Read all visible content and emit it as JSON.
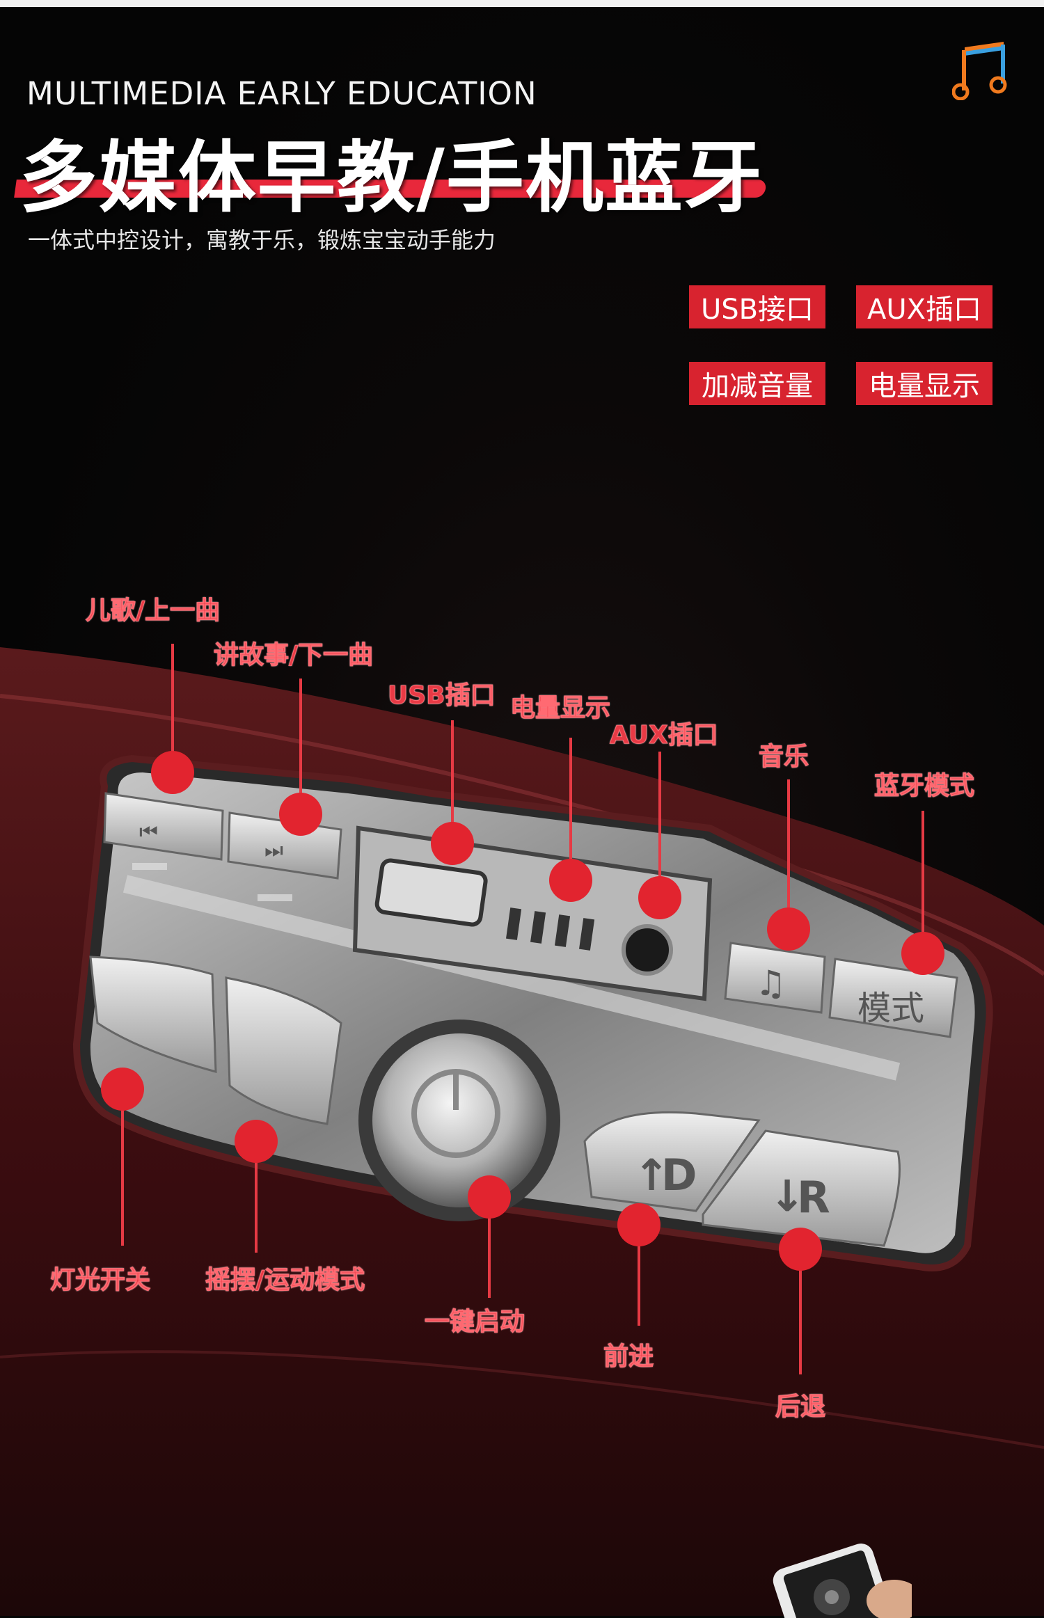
{
  "header": {
    "en_title": "MULTIMEDIA EARLY EDUCATION",
    "cn_title": "多媒体早教/手机蓝牙",
    "subtitle": "一体式中控设计，寓教于乐，锻炼宝宝动手能力"
  },
  "tags": [
    "USB接口",
    "AUX插口",
    "加减音量",
    "电量显示"
  ],
  "callouts": {
    "songs_prev": "儿歌/上一曲",
    "story_next": "讲故事/下一曲",
    "usb_port": "USB插口",
    "battery": "电量显示",
    "aux_port": "AUX插口",
    "music": "音乐",
    "bluetooth": "蓝牙模式",
    "light": "灯光开关",
    "swing": "摇摆/运动模式",
    "start": "一键启动",
    "forward": "前进",
    "reverse": "后退"
  },
  "panel_buttons": {
    "mode_label": "模式",
    "forward_label": "D",
    "reverse_label": "R"
  },
  "colors": {
    "accent_red": "#d8232f",
    "callout_red": "#e83a45",
    "music_icon_orange": "#f07a1e",
    "music_icon_blue": "#3aa0e0"
  }
}
